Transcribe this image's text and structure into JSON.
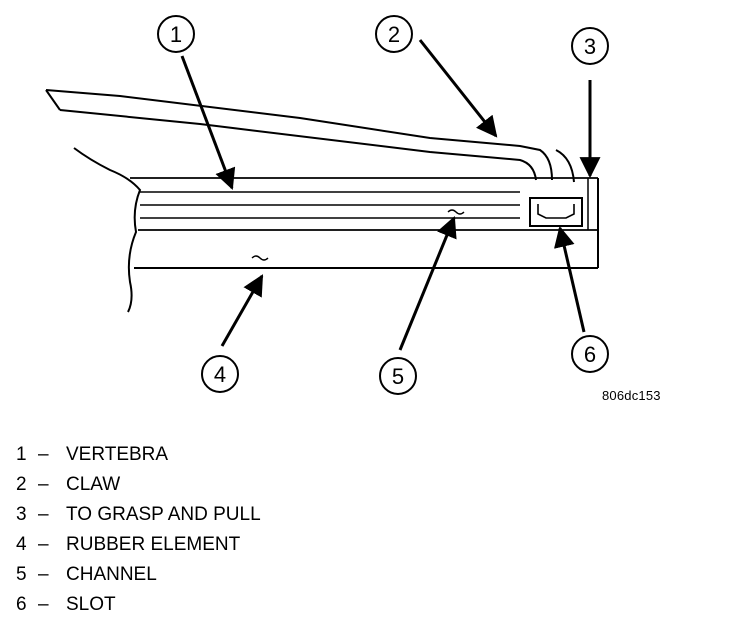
{
  "figure_id": "806dc153",
  "callouts": [
    "1",
    "2",
    "3",
    "4",
    "5",
    "6"
  ],
  "legend": [
    {
      "num": "1",
      "dash": "–",
      "label": "VERTEBRA"
    },
    {
      "num": "2",
      "dash": "–",
      "label": "CLAW"
    },
    {
      "num": "3",
      "dash": "–",
      "label": "TO GRASP AND PULL"
    },
    {
      "num": "4",
      "dash": "–",
      "label": "RUBBER ELEMENT"
    },
    {
      "num": "5",
      "dash": "–",
      "label": "CHANNEL"
    },
    {
      "num": "6",
      "dash": "–",
      "label": "SLOT"
    }
  ]
}
